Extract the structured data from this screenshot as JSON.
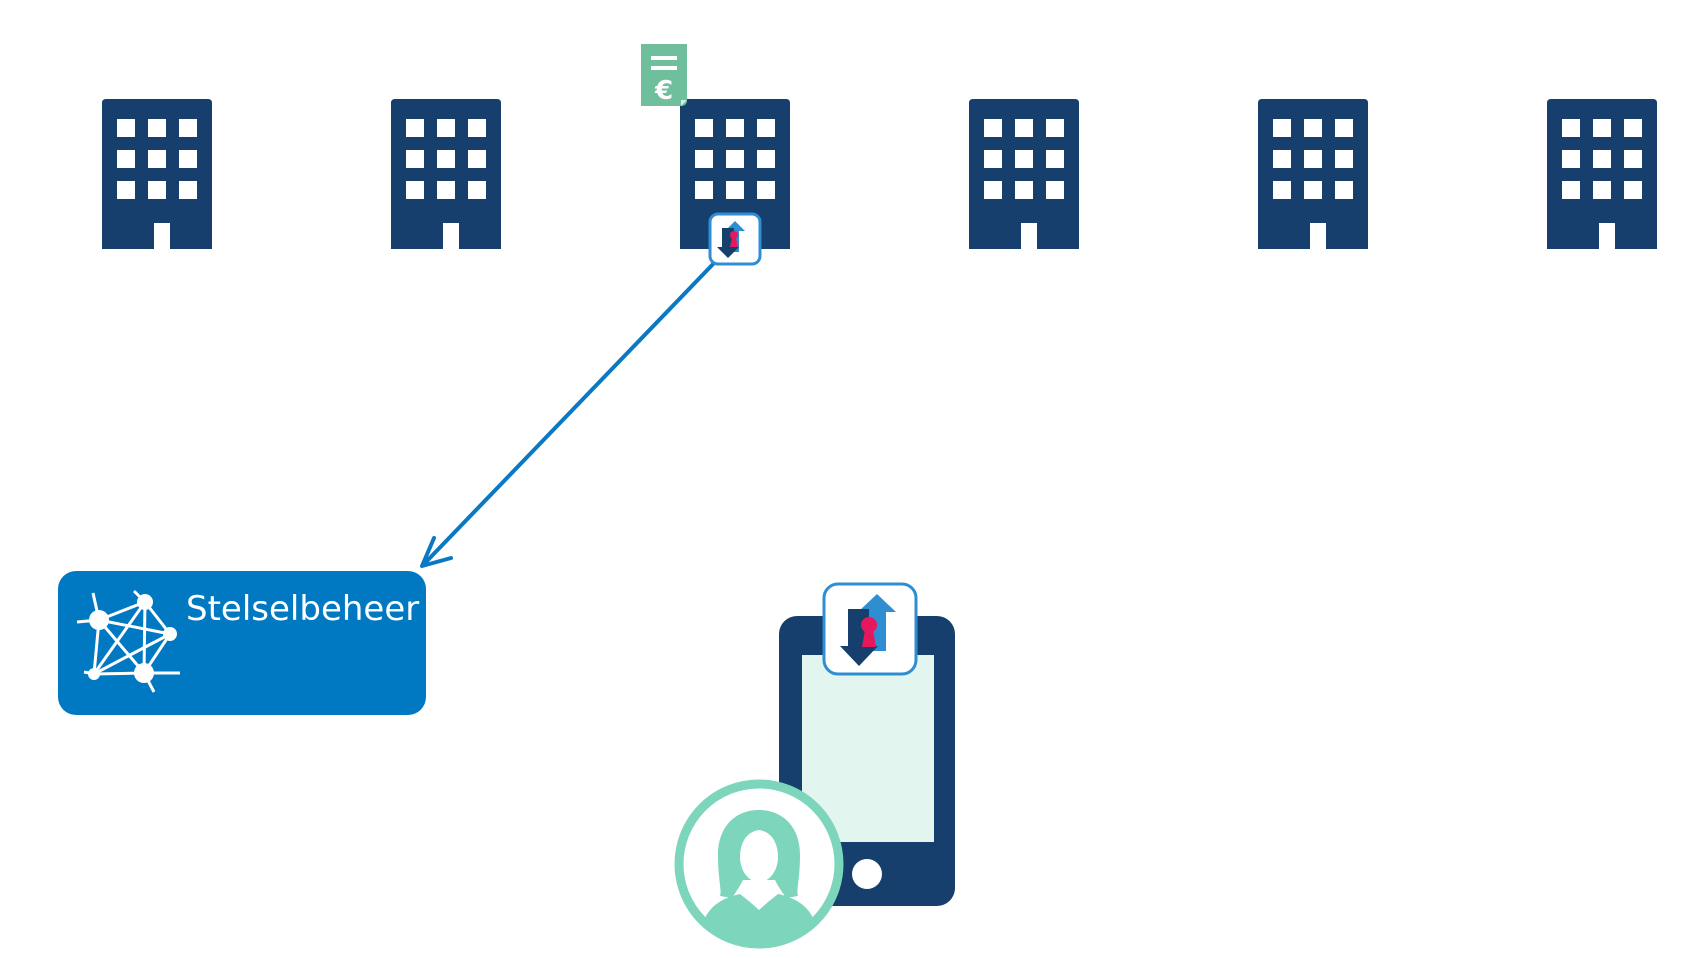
{
  "stelselbeheer": {
    "label": "Stelselbeheer"
  },
  "buildings": [
    {
      "id": "org-1",
      "has_invoice": false,
      "has_connector": false
    },
    {
      "id": "org-2",
      "has_invoice": false,
      "has_connector": false
    },
    {
      "id": "org-3",
      "has_invoice": true,
      "has_connector": true
    },
    {
      "id": "org-4",
      "has_invoice": false,
      "has_connector": false
    },
    {
      "id": "org-5",
      "has_invoice": false,
      "has_connector": false
    },
    {
      "id": "org-6",
      "has_invoice": false,
      "has_connector": false
    }
  ],
  "icons": {
    "invoice": "invoice-euro-icon",
    "connector": "data-exchange-lock-icon",
    "network": "network-icon",
    "phone": "smartphone-icon",
    "person": "person-avatar-icon"
  },
  "invoice_symbol": "€",
  "colors": {
    "building": "#163f6e",
    "stelselbeheer_bg": "#0079c2",
    "arrow": "#0a78c3",
    "invoice": "#6fbf9d",
    "phone_body": "#163f6e",
    "phone_screen": "#e3f5ef",
    "person": "#7dd6bb",
    "lock_red": "#e8175d",
    "connector_border": "#2f8ed2",
    "connector_dark_arrow": "#163f6e",
    "connector_light_arrow": "#2f8ed2"
  }
}
